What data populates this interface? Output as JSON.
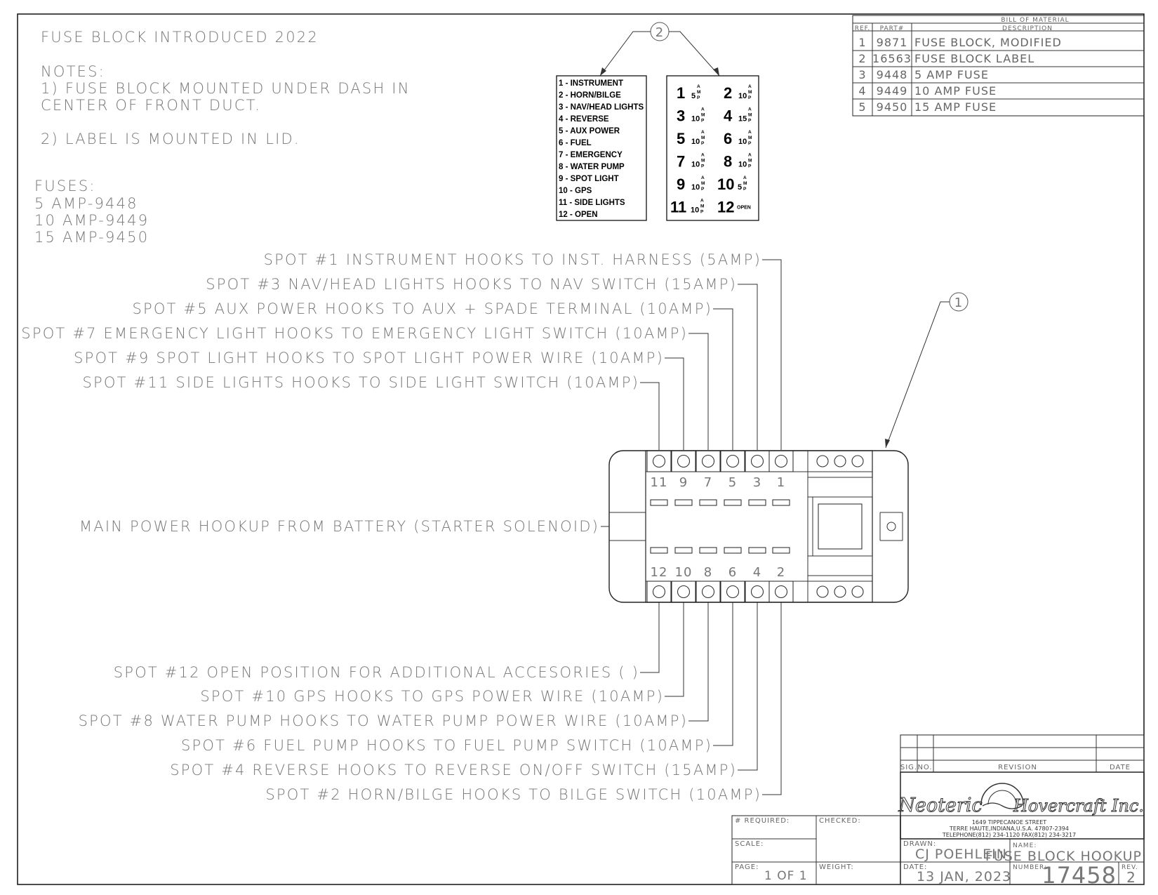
{
  "header": {
    "title": "FUSE BLOCK INTRODUCED 2022",
    "notes_heading": "NOTES:",
    "note1_line1": "1) FUSE BLOCK MOUNTED UNDER DASH IN",
    "note1_line2": "CENTER OF FRONT DUCT.",
    "note2": "2) LABEL IS MOUNTED IN LID.",
    "fuses_heading": "FUSES:",
    "fuses": [
      "5 AMP-9448",
      "10 AMP-9449",
      "15 AMP-9450"
    ]
  },
  "balloons": {
    "label_ref": "2",
    "block_ref": "1"
  },
  "label_list": [
    "1 - INSTRUMENT",
    "2 - HORN/BILGE",
    "3 - NAV/HEAD LIGHTS",
    "4 - REVERSE",
    "5 - AUX POWER",
    "6 - FUEL",
    "7 - EMERGENCY",
    "8 - WATER PUMP",
    "9 - SPOT LIGHT",
    "10 - GPS",
    "11 - SIDE LIGHTS",
    "12 - OPEN"
  ],
  "label_grid": {
    "amp_unit": [
      "A",
      "M",
      "P"
    ],
    "rows": [
      [
        {
          "n": "1",
          "a": "5"
        },
        {
          "n": "2",
          "a": "10"
        }
      ],
      [
        {
          "n": "3",
          "a": "10"
        },
        {
          "n": "4",
          "a": "15"
        }
      ],
      [
        {
          "n": "5",
          "a": "10"
        },
        {
          "n": "6",
          "a": "10"
        }
      ],
      [
        {
          "n": "7",
          "a": "10"
        },
        {
          "n": "8",
          "a": "10"
        }
      ],
      [
        {
          "n": "9",
          "a": "10"
        },
        {
          "n": "10",
          "a": "5"
        }
      ],
      [
        {
          "n": "11",
          "a": "10"
        },
        {
          "n": "12",
          "a": "OPEN"
        }
      ]
    ]
  },
  "bom": {
    "title": "BILL OF MATERIAL",
    "headers": [
      "REF.",
      "PART#",
      "DESCRIPTION"
    ],
    "rows": [
      [
        "1",
        "9871",
        "FUSE BLOCK, MODIFIED"
      ],
      [
        "2",
        "16563",
        "FUSE BLOCK LABEL"
      ],
      [
        "3",
        "9448",
        "5 AMP FUSE"
      ],
      [
        "4",
        "9449",
        "10 AMP FUSE"
      ],
      [
        "5",
        "9450",
        "15 AMP FUSE"
      ]
    ]
  },
  "callouts_top": [
    "SPOT #1 INSTRUMENT HOOKS TO INST. HARNESS (5AMP)",
    "SPOT #3 NAV/HEAD LIGHTS HOOKS TO NAV SWITCH (15AMP)",
    "SPOT #5 AUX POWER HOOKS TO AUX + SPADE TERMINAL (10AMP)",
    "SPOT #7 EMERGENCY LIGHT HOOKS TO EMERGENCY LIGHT SWITCH (10AMP)",
    "SPOT #9 SPOT LIGHT HOOKS TO SPOT LIGHT POWER WIRE (10AMP)",
    "SPOT #11 SIDE LIGHTS HOOKS TO SIDE LIGHT SWITCH (10AMP)"
  ],
  "main_power": "MAIN POWER HOOKUP FROM BATTERY (STARTER SOLENOID)",
  "callouts_bottom": [
    "SPOT #12 OPEN POSITION FOR ADDITIONAL ACCESORIES (    )",
    "SPOT #10 GPS HOOKS TO GPS POWER WIRE (10AMP)",
    "SPOT #8 WATER PUMP HOOKS TO WATER PUMP POWER WIRE (10AMP)",
    "SPOT #6 FUEL PUMP HOOKS TO FUEL PUMP SWITCH (10AMP)",
    "SPOT #4 REVERSE HOOKS TO REVERSE ON/OFF SWITCH (15AMP)",
    "SPOT #2 HORN/BILGE HOOKS TO BILGE SWITCH (10AMP)"
  ],
  "block": {
    "top_numbers": [
      "11",
      "9",
      "7",
      "5",
      "3",
      "1"
    ],
    "bottom_numbers": [
      "12",
      "10",
      "8",
      "6",
      "4",
      "2"
    ]
  },
  "title_block": {
    "revision_headers": [
      "SIG.",
      "NO.",
      "REVISION",
      "DATE"
    ],
    "company": "Neoteric Hovercraft Inc.",
    "address1": "1649 TIPPECANOE STREET",
    "address2": "TERRE HAUTE,INDIANA,U.S.A. 47807-2394",
    "address3": "TELEPHONE(812) 234-1120     FAX(812) 234-3217",
    "required_label": "# REQUIRED:",
    "checked_label": "CHECKED:",
    "scale_label": "SCALE:",
    "page_label": "PAGE:",
    "page_value": "1 OF 1",
    "weight_label": "WEIGHT:",
    "drawn_label": "DRAWN:",
    "drawn_value": "CJ POEHLEIN",
    "name_label": "NAME:",
    "name_value": "FUSE BLOCK HOOKUP",
    "date_label": "DATE:",
    "date_value": "13 JAN, 2023",
    "number_label": "NUMBER:",
    "number_value": "17458",
    "rev_label": "REV.",
    "rev_value": "2"
  }
}
